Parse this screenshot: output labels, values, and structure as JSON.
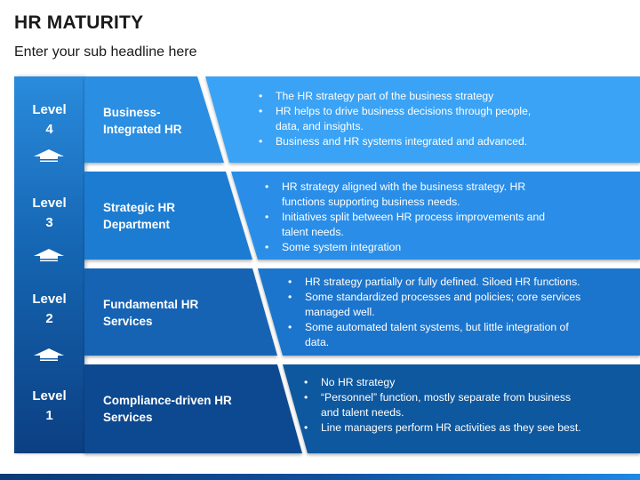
{
  "header": {
    "title": "HR MATURITY",
    "subtitle": "Enter your sub headline here"
  },
  "levels": [
    {
      "level_word": "Level",
      "level_number": "4",
      "name_line1": "Business-",
      "name_line2": "Integrated HR",
      "bullets": [
        [
          "The HR strategy part of the business strategy"
        ],
        [
          "HR helps to drive business decisions through people,",
          "data, and insights."
        ],
        [
          "Business and HR systems integrated and advanced."
        ]
      ]
    },
    {
      "level_word": "Level",
      "level_number": "3",
      "name_line1": "Strategic HR",
      "name_line2": "Department",
      "bullets": [
        [
          "HR strategy aligned with the business strategy. HR",
          "functions supporting business needs."
        ],
        [
          "Initiatives split between HR process improvements and",
          "talent needs."
        ],
        [
          "Some system integration"
        ]
      ]
    },
    {
      "level_word": "Level",
      "level_number": "2",
      "name_line1": "Fundamental HR",
      "name_line2": "Services",
      "bullets": [
        [
          "HR strategy partially or fully defined. Siloed HR functions."
        ],
        [
          "Some standardized processes and policies; core services",
          "managed well."
        ],
        [
          "Some automated talent systems, but little integration of",
          "data."
        ]
      ]
    },
    {
      "level_word": "Level",
      "level_number": "1",
      "name_line1": "Compliance-driven HR",
      "name_line2": "Services",
      "bullets": [
        [
          "No HR strategy"
        ],
        [
          "“Personnel” function, mostly separate from business",
          "and talent needs."
        ],
        [
          "Line managers perform HR activities as they see best."
        ]
      ]
    }
  ],
  "colors": {
    "level4": "#2196f3",
    "level3": "#1c7fd9",
    "level2": "#1565b8",
    "level1": "#0d4a8f",
    "left_column": "#1566b3",
    "text": "#ffffff",
    "title": "#1a1a1a"
  },
  "icons": {
    "level_arrow": "up-arrow-icon"
  }
}
